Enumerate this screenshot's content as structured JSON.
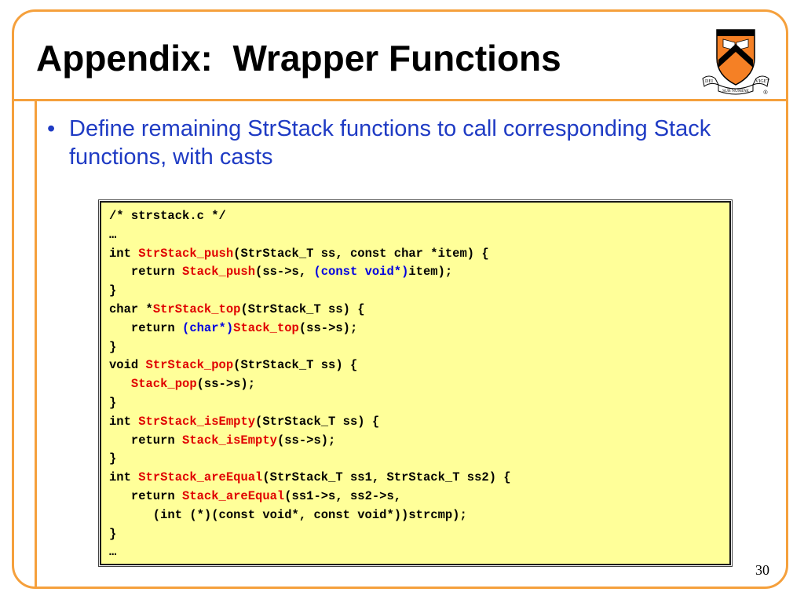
{
  "slide": {
    "title": "Appendix:  Wrapper Functions",
    "bullets": [
      {
        "text": "Define remaining StrStack functions to call corresponding Stack functions, with casts"
      }
    ],
    "page_number": "30"
  },
  "logo": {
    "icon": "princeton-shield-icon",
    "motto_left": "DEI",
    "motto_center": "SUB NUMINE",
    "motto_right": "VIGET",
    "registered_mark": "®",
    "colors": {
      "shield": "#f58025",
      "chevron": "#000000"
    }
  },
  "code": {
    "lines": [
      [
        {
          "text": "/* strstack.c */",
          "color": "black"
        }
      ],
      [
        {
          "text": "…",
          "color": "black"
        }
      ],
      [
        {
          "text": "int ",
          "color": "black"
        },
        {
          "text": "StrStack_push",
          "color": "red"
        },
        {
          "text": "(StrStack_T ss, const char *item) {",
          "color": "black"
        }
      ],
      [
        {
          "text": "   return ",
          "color": "black"
        },
        {
          "text": "Stack_push",
          "color": "red"
        },
        {
          "text": "(ss->s, ",
          "color": "black"
        },
        {
          "text": "(const void*)",
          "color": "blue"
        },
        {
          "text": "item);",
          "color": "black"
        }
      ],
      [
        {
          "text": "}",
          "color": "black"
        }
      ],
      [
        {
          "text": "char *",
          "color": "black"
        },
        {
          "text": "StrStack_top",
          "color": "red"
        },
        {
          "text": "(StrStack_T ss) {",
          "color": "black"
        }
      ],
      [
        {
          "text": "   return ",
          "color": "black"
        },
        {
          "text": "(char*)",
          "color": "blue"
        },
        {
          "text": "Stack_top",
          "color": "red"
        },
        {
          "text": "(ss->s);",
          "color": "black"
        }
      ],
      [
        {
          "text": "}",
          "color": "black"
        }
      ],
      [
        {
          "text": "void ",
          "color": "black"
        },
        {
          "text": "StrStack_pop",
          "color": "red"
        },
        {
          "text": "(StrStack_T ss) {",
          "color": "black"
        }
      ],
      [
        {
          "text": "   ",
          "color": "black"
        },
        {
          "text": "Stack_pop",
          "color": "red"
        },
        {
          "text": "(ss->s);",
          "color": "black"
        }
      ],
      [
        {
          "text": "}",
          "color": "black"
        }
      ],
      [
        {
          "text": "int ",
          "color": "black"
        },
        {
          "text": "StrStack_isEmpty",
          "color": "red"
        },
        {
          "text": "(StrStack_T ss) {",
          "color": "black"
        }
      ],
      [
        {
          "text": "   return ",
          "color": "black"
        },
        {
          "text": "Stack_isEmpty",
          "color": "red"
        },
        {
          "text": "(ss->s);",
          "color": "black"
        }
      ],
      [
        {
          "text": "}",
          "color": "black"
        }
      ],
      [
        {
          "text": "int ",
          "color": "black"
        },
        {
          "text": "StrStack_areEqual",
          "color": "red"
        },
        {
          "text": "(StrStack_T ss1, StrStack_T ss2) {",
          "color": "black"
        }
      ],
      [
        {
          "text": "   return ",
          "color": "black"
        },
        {
          "text": "Stack_areEqual",
          "color": "red"
        },
        {
          "text": "(ss1->s, ss2->s,",
          "color": "black"
        }
      ],
      [
        {
          "text": "      (int (*)(const void*, const void*))strcmp);",
          "color": "black"
        }
      ],
      [
        {
          "text": "}",
          "color": "black"
        }
      ],
      [
        {
          "text": "…",
          "color": "black"
        }
      ]
    ]
  },
  "theme": {
    "frame_color": "#f5a03c",
    "bullet_text_color": "#1f3bc4",
    "code_background": "#ffff99",
    "code_function_color": "#e00000",
    "code_cast_color": "#0000e0"
  }
}
